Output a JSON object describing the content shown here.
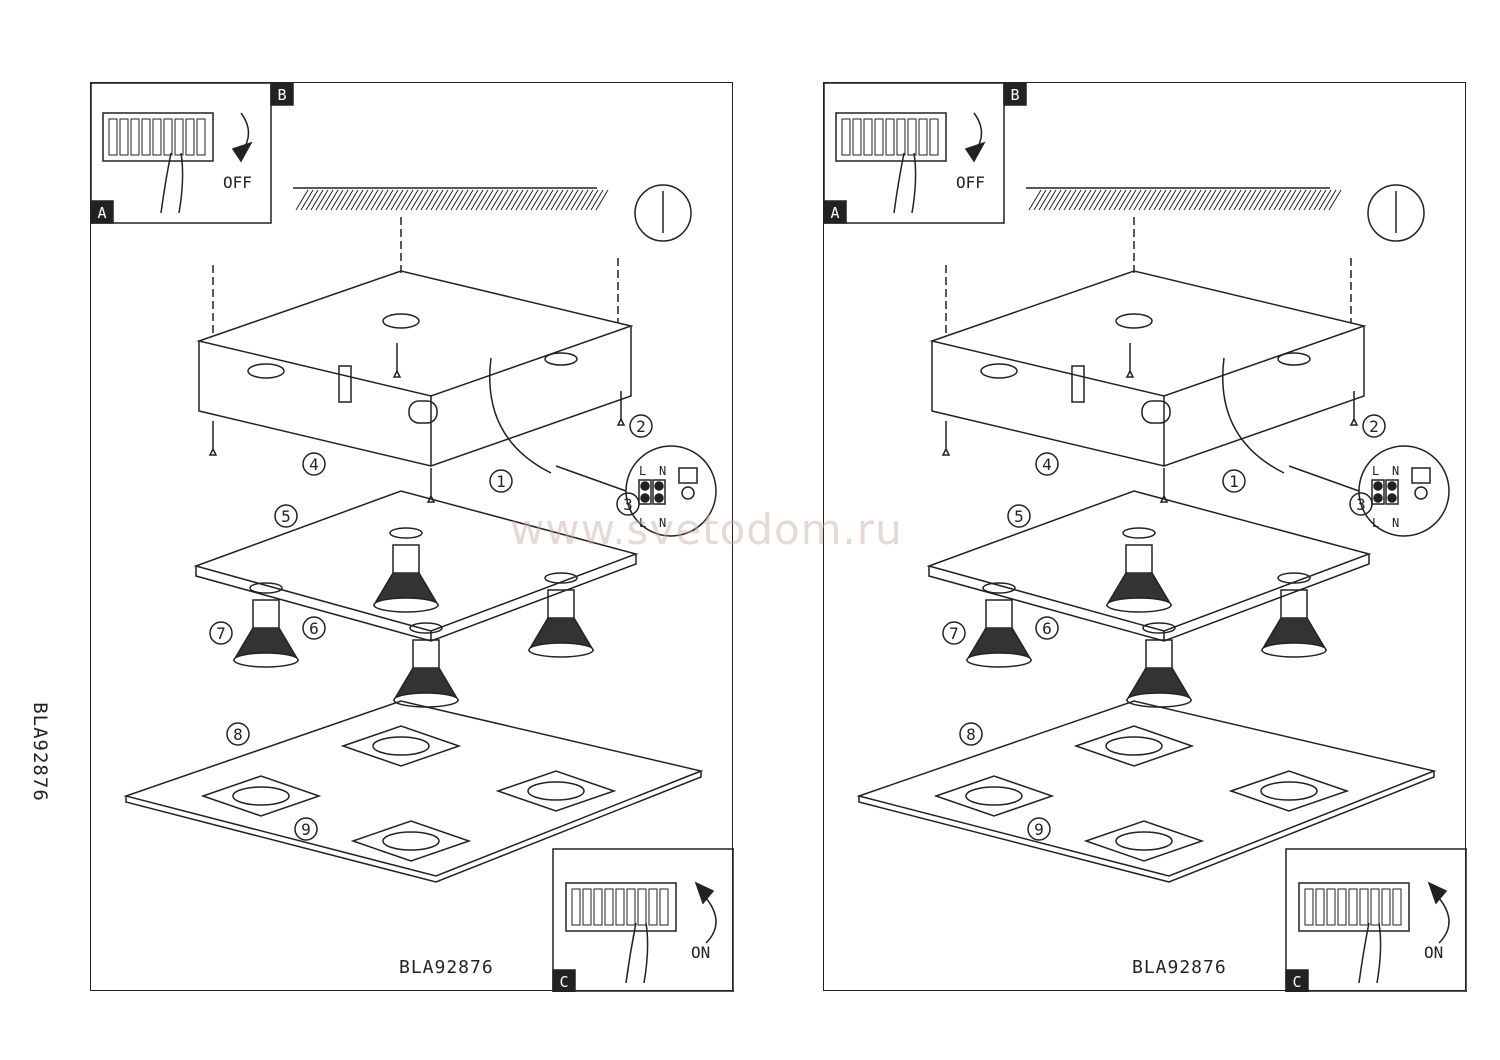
{
  "side_code": "BLA92876",
  "watermark": "www.svetodom.ru",
  "panels": [
    {
      "label_a": "A",
      "label_b": "B",
      "label_c": "C",
      "off_text": "OFF",
      "on_text": "ON",
      "model_code": "BLA92876",
      "terminal_labels": {
        "l": "L",
        "n": "N"
      },
      "steps": [
        "1",
        "2",
        "3",
        "4",
        "5",
        "6",
        "7",
        "8",
        "9"
      ]
    },
    {
      "label_a": "A",
      "label_b": "B",
      "label_c": "C",
      "off_text": "OFF",
      "on_text": "ON",
      "model_code": "BLA92876",
      "terminal_labels": {
        "l": "L",
        "n": "N"
      },
      "steps": [
        "1",
        "2",
        "3",
        "4",
        "5",
        "6",
        "7",
        "8",
        "9"
      ]
    }
  ]
}
